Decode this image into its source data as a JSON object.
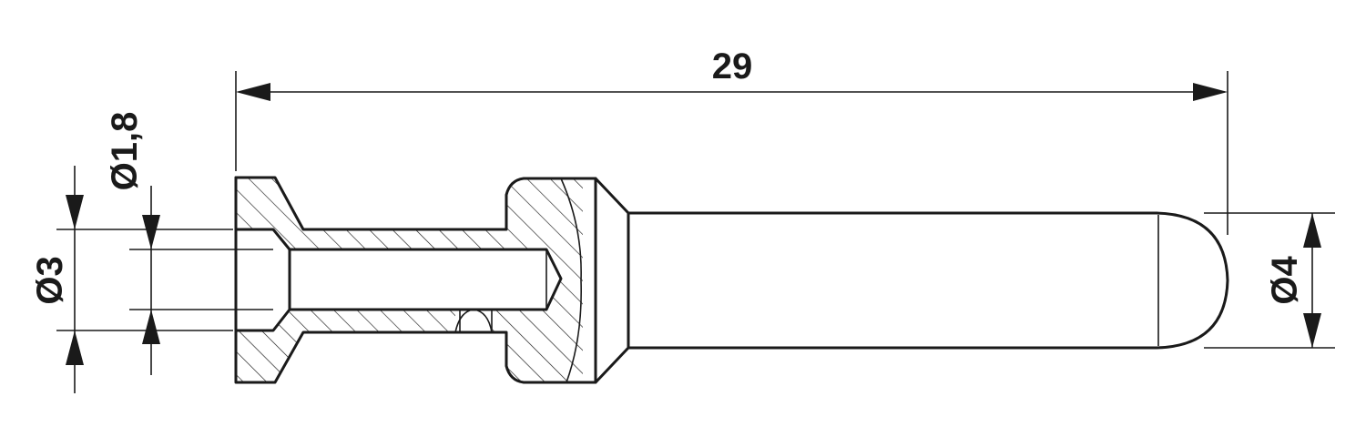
{
  "dimensions": {
    "overall_length": "29",
    "bore_diameter": "Ø1,8",
    "collar_diameter": "Ø3",
    "pin_diameter": "Ø4"
  },
  "colors": {
    "line": "#1a1a1a",
    "background": "#ffffff"
  }
}
